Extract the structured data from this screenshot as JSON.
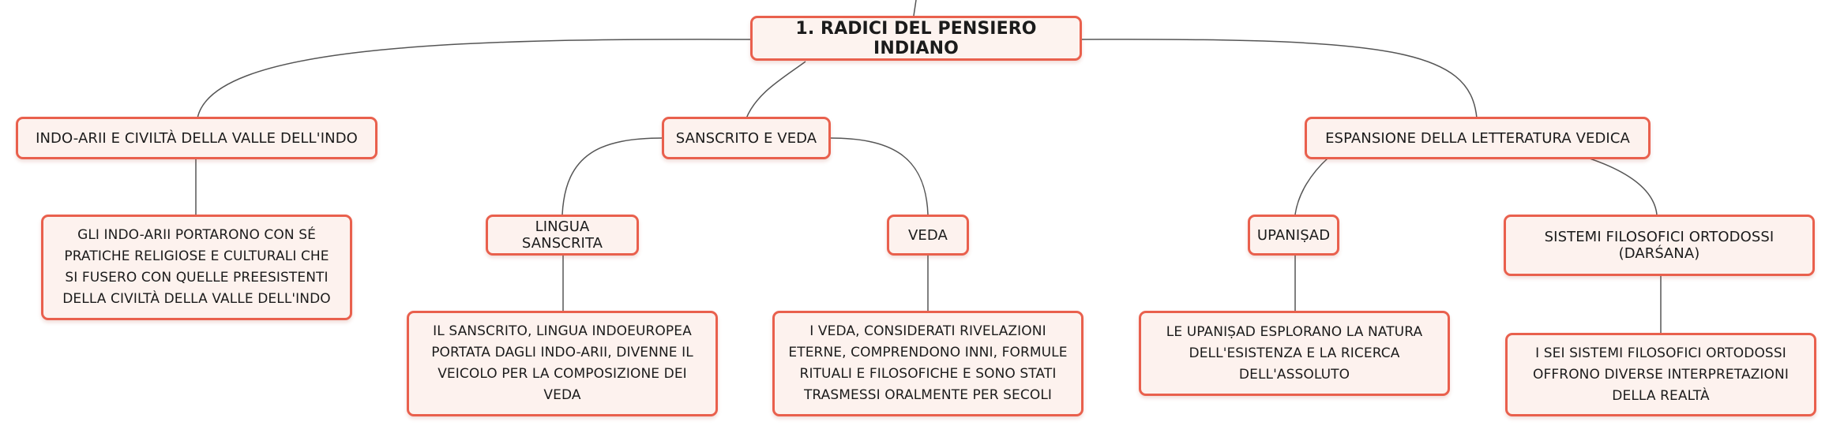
{
  "colors": {
    "border": "#e9604d",
    "fill": "#fdf2ee",
    "line": "#555555",
    "text": "#1b1b1b"
  },
  "root": {
    "label": "1. RADICI DEL PENSIERO INDIANO"
  },
  "branches": [
    {
      "label": "INDO-ARII E CIVILTÀ DELLA VALLE DELL'INDO",
      "children": [
        {
          "text": "GLI INDO-ARII PORTARONO CON SÉ PRATICHE RELIGIOSE E CULTURALI CHE SI FUSERO CON QUELLE PREESISTENTI DELLA CIVILTÀ DELLA VALLE DELL'INDO"
        }
      ]
    },
    {
      "label": "SANSCRITO E VEDA",
      "children": [
        {
          "label": "LINGUA SANSCRITA",
          "detail": "IL SANSCRITO, LINGUA INDOEUROPEA PORTATA DAGLI INDO-ARII, DIVENNE IL VEICOLO PER LA COMPOSIZIONE DEI VEDA"
        },
        {
          "label": "VEDA",
          "detail": "I VEDA, CONSIDERATI RIVELAZIONI ETERNE, COMPRENDONO INNI, FORMULE RITUALI E FILOSOFICHE E SONO STATI TRASMESSI ORALMENTE PER SECOLI"
        }
      ]
    },
    {
      "label": "ESPANSIONE DELLA LETTERATURA VEDICA",
      "children": [
        {
          "label": "UPANIṢAD",
          "detail": "LE UPANIṢAD ESPLORANO LA NATURA DELL'ESISTENZA E LA RICERCA DELL'ASSOLUTO"
        },
        {
          "label": "SISTEMI FILOSOFICI ORTODOSSI (DARŚANA)",
          "detail": "I SEI SISTEMI FILOSOFICI ORTODOSSI OFFRONO DIVERSE INTERPRETAZIONI DELLA REALTÀ"
        }
      ]
    }
  ]
}
